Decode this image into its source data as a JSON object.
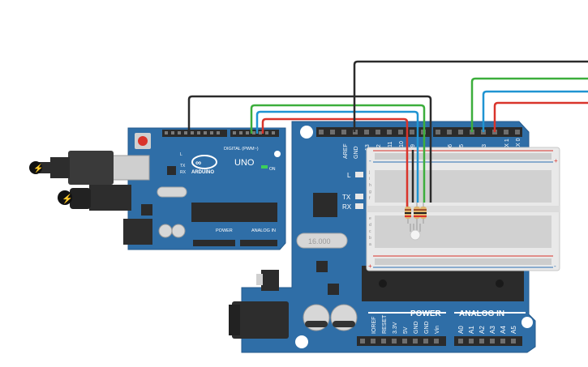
{
  "colors": {
    "background": "#ffffff",
    "board": "#2f6ea7",
    "board_edge": "#245a8c",
    "header": "#2b2b2b",
    "breadboard": "#e9e9e9",
    "rail_red": "#d9342b",
    "rail_blue": "#2a6fb3",
    "wire_black": "#2b2b2b",
    "wire_red": "#d9342b",
    "wire_green": "#3cae3c",
    "wire_blue": "#1f94d2"
  },
  "small_board": {
    "brand": "ARDUINO",
    "model": "UNO",
    "digital_label": "DIGITAL (PWM~)",
    "power_label": "POWER",
    "analog_label": "ANALOG IN",
    "on_label": "ON",
    "l_label": "L",
    "tx_label": "TX",
    "rx_label": "RX"
  },
  "large_board": {
    "aref": "AREF",
    "gnd": "GND",
    "digital_pins": [
      "13",
      "12",
      "~11",
      "~10",
      "~9",
      "8",
      "7",
      "~6",
      "~5",
      "4",
      "~3",
      "2",
      "TX 1",
      "RX 0"
    ],
    "l_label": "L",
    "tx_label": "TX",
    "rx_label": "RX",
    "crystal_label": "16.000",
    "power_label": "POWER",
    "analog_label": "ANALOG IN",
    "power_pins": [
      "IOREF",
      "RESET",
      "3.3V",
      "5V",
      "GND",
      "GND",
      "Vin"
    ],
    "analog_pins": [
      "A0",
      "A1",
      "A2",
      "A3",
      "A4",
      "A5"
    ]
  },
  "breadboard": {
    "plus": "+",
    "minus": "-",
    "row_letters_top": [
      "j",
      "i",
      "h",
      "g",
      "f"
    ],
    "row_letters_bottom": [
      "e",
      "d",
      "c",
      "b",
      "a"
    ]
  }
}
